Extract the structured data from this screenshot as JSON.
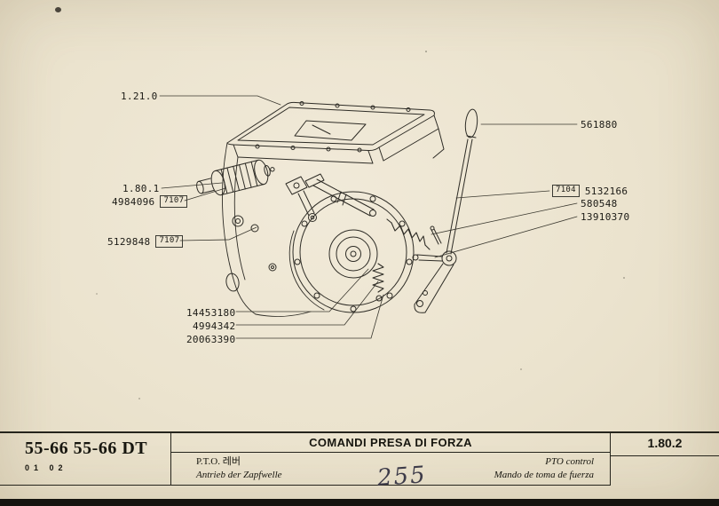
{
  "page": {
    "background": "#ebe3ce",
    "ink": "#2b2a24"
  },
  "diagram": {
    "labels": {
      "ref_1210": "1.21.0",
      "ref_1801": "1.80.1",
      "part_4984096": "4984096",
      "box_7107a": "7107",
      "part_5129848": "5129848",
      "box_7107b": "7107",
      "part_14453180": "14453180",
      "part_4994342": "4994342",
      "part_20063390": "20063390",
      "part_561880": "561880",
      "box_7104": "7104",
      "part_5132166": "5132166",
      "part_580548": "580548",
      "part_13910370": "13910370"
    }
  },
  "footer": {
    "models": "55-66 55-66 DT",
    "variant_codes": "01 02",
    "title": "COMANDI PRESA DI FORZA",
    "translations": {
      "korean": "P.T.O. 레버",
      "german": "Antrieb der Zapfwelle",
      "english": "PTO control",
      "spanish": "Mando de toma de fuerza"
    },
    "section_code": "1.80.2",
    "handwritten_page_number": "255"
  }
}
